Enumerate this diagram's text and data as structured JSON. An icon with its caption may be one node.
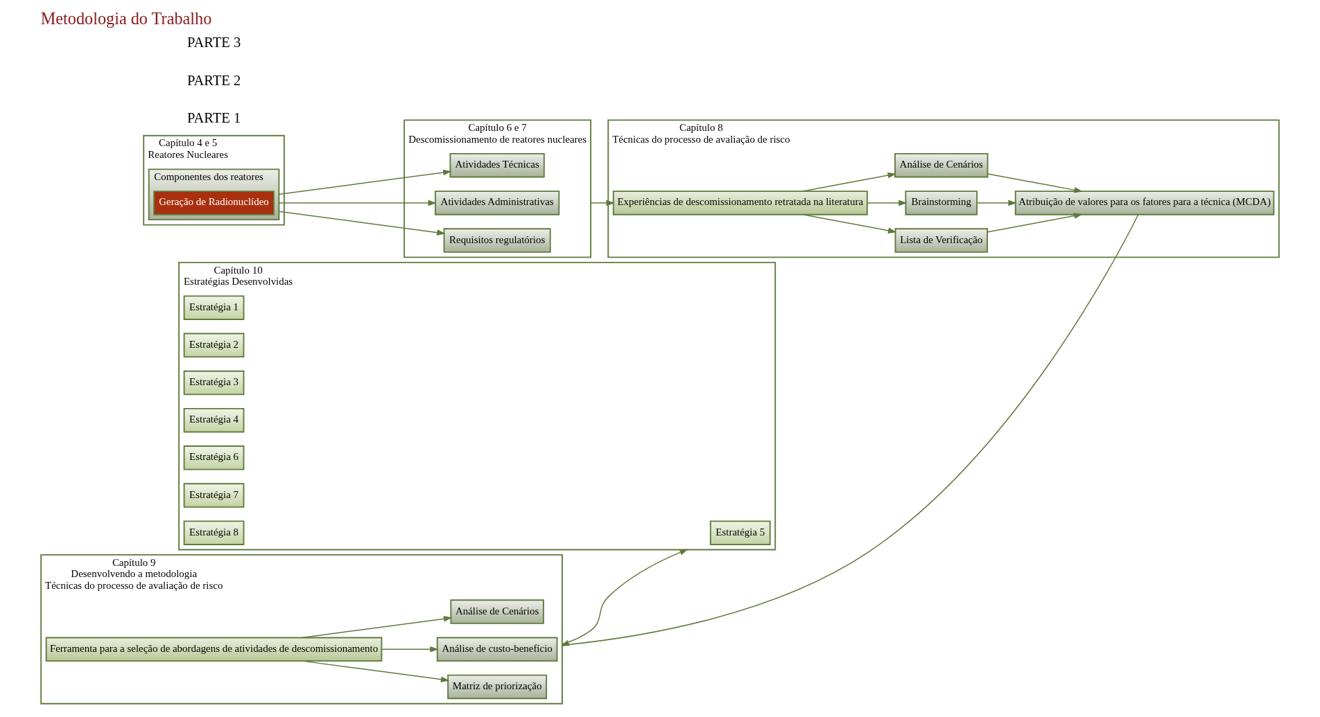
{
  "diagram": {
    "title": "Metodologia do Trabalho",
    "nodes": [
      {
        "text": [
          "Reatores Nucleares"
        ],
        "beside": [
          "Capítulo 4 e 5"
        ]
      },
      {
        "text": [
          "Componentes dos reatores"
        ],
        "in": 0
      },
      {
        "text": [
          "Geração de Radionuclídeo"
        ],
        "in": 1
      },
      {
        "text": [
          "Descomissionamento de reatores nucleares"
        ],
        "beside": [
          "Capítulo 6 e 7"
        ]
      },
      {
        "text": [
          "Atividades Técnicas"
        ],
        "in": 3
      },
      {
        "text": [
          "Atividades Administrativas"
        ],
        "in": 3
      },
      {
        "text": [
          "Requisitos regulatórios"
        ],
        "in": 3
      },
      {
        "text": [
          "Técnicas do processo de avaliação de risco"
        ],
        "beside": [
          "Capítulo 8"
        ]
      },
      {
        "text": [
          "Experiências de descomissionamento retratada na literatura"
        ],
        "in": 7
      },
      {
        "text": [
          "Lista de Verificação"
        ],
        "in": 7
      },
      {
        "text": [
          "Brainstorming"
        ],
        "in": 7
      },
      {
        "text": [
          "Análise de Cenários"
        ],
        "in": 7
      },
      {
        "text": [
          "Atribuição de valores para os fatores para a técnica (MCDA)"
        ],
        "in": 7
      },
      {
        "text": [
          "Desenvolvendo a metodologia",
          "Técnicas do processo de avaliação de risco"
        ],
        "beside": [
          "Capítulo 9"
        ]
      },
      {
        "text": [
          "Ferramenta para a seleção de abordagens de atividades de descomissionamento"
        ],
        "in": 13
      },
      {
        "text": [
          "Matriz de priorização"
        ],
        "in": 13
      },
      {
        "text": [
          "Análise de custo-benefício"
        ],
        "in": 13
      },
      {
        "text": [
          "Análise de Cenários"
        ],
        "in": 13
      },
      {
        "text": [
          "Estratégias Desenvolvidas"
        ],
        "beside": [
          "Capítulo 10"
        ]
      },
      {
        "text": [
          "Estratégia 1"
        ],
        "in": 18
      },
      {
        "text": [
          "Estratégia 2"
        ],
        "in": 18
      },
      {
        "text": [
          "Estratégia 3"
        ],
        "in": 18
      },
      {
        "text": [
          "Estratégia 4"
        ],
        "in": 18
      },
      {
        "text": [
          "Estratégia 5"
        ],
        "in": 18
      },
      {
        "text": [
          "Estratégia 6"
        ],
        "in": 18
      },
      {
        "text": [
          "Estratégia 7"
        ],
        "in": 18
      },
      {
        "text": [
          "Estratégia 8"
        ],
        "in": 18
      }
    ],
    "edges": [
      {
        "from": 1,
        "to": 4,
        "arrow": "to"
      },
      {
        "from": 1,
        "to": 5,
        "arrow": "to"
      },
      {
        "from": 1,
        "to": 6,
        "arrow": "to"
      },
      {
        "from": 3,
        "to": 8,
        "arrow": "to"
      },
      {
        "from": 8,
        "to": 9,
        "arrow": "to"
      },
      {
        "from": 8,
        "to": 10,
        "arrow": "to"
      },
      {
        "from": 8,
        "to": 11,
        "arrow": "to"
      },
      {
        "from": 9,
        "to": 12,
        "arrow": "to"
      },
      {
        "from": 10,
        "to": 12,
        "arrow": "to"
      },
      {
        "from": 11,
        "to": 12,
        "arrow": "to"
      },
      {
        "from": 12,
        "to": 13,
        "arrow": "to"
      },
      {
        "from": 14,
        "to": 15,
        "arrow": "to"
      },
      {
        "from": 14,
        "to": 16,
        "arrow": "to"
      },
      {
        "from": 14,
        "to": 17,
        "arrow": "to"
      },
      {
        "from": 13,
        "to": 18,
        "arrow": "to"
      }
    ],
    "labels": [
      "PARTE 1",
      "PARTE 2",
      "PARTE 3"
    ]
  }
}
